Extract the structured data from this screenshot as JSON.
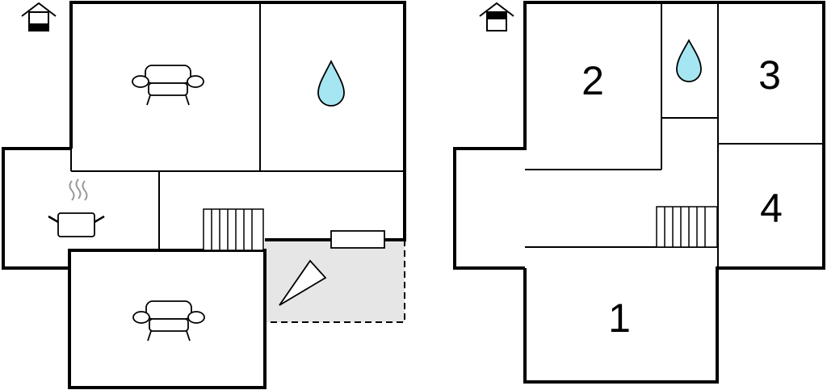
{
  "floors": [
    {
      "name": "ground-floor",
      "level_icon": "house-ground-level-icon",
      "rooms": [
        {
          "icon": "sofa-icon"
        },
        {
          "icon": "water-drop-icon"
        },
        {
          "icon": "cooking-pot-icon"
        },
        {
          "icon": "sofa-icon"
        },
        {
          "icon": "stairs-icon"
        },
        {
          "icon": "terrace-area"
        }
      ]
    },
    {
      "name": "upper-floor",
      "level_icon": "house-upper-level-icon",
      "rooms": [
        {
          "number": "1"
        },
        {
          "number": "2"
        },
        {
          "number": "3"
        },
        {
          "number": "4"
        },
        {
          "icon": "water-drop-icon"
        },
        {
          "icon": "stairs-icon"
        }
      ]
    }
  ],
  "colors": {
    "wall": "#000000",
    "water": "#a6e5f2",
    "terrace": "#e6e6e6",
    "background": "#ffffff"
  }
}
